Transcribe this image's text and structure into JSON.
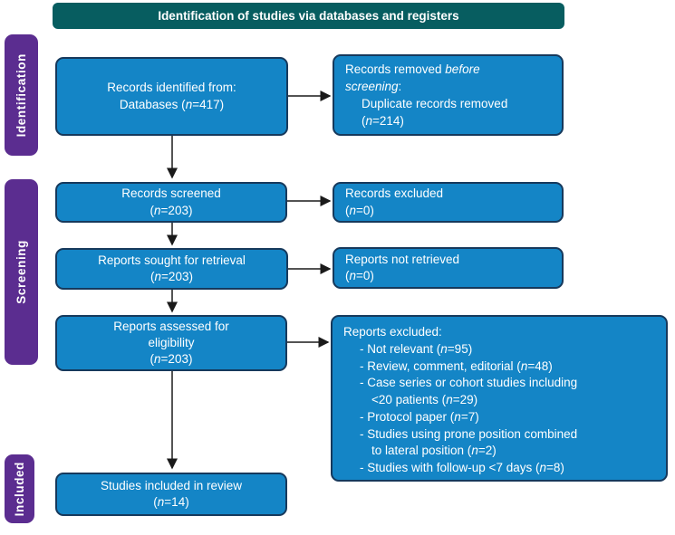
{
  "header": {
    "title": "Identification of studies via databases and registers"
  },
  "stages": [
    {
      "label": "Identification"
    },
    {
      "label": "Screening"
    },
    {
      "label": "Included"
    }
  ],
  "colors": {
    "banner_teal": "#075D60",
    "stage_purple": "#5B2D90",
    "box_blue": "#1485C6",
    "box_border": "#16395C",
    "text_white": "#FFFFFF",
    "arrow_black": "#1A1A1A"
  },
  "boxes": {
    "records_identified": {
      "lines": [
        {
          "segs": [
            {
              "t": "Records identified from:"
            }
          ]
        },
        {
          "segs": [
            {
              "t": "Databases ("
            },
            {
              "t": "n",
              "i": true
            },
            {
              "t": "=417)"
            }
          ]
        }
      ]
    },
    "records_removed": {
      "lines": [
        {
          "segs": [
            {
              "t": "Records removed "
            },
            {
              "t": "before",
              "i": true
            }
          ]
        },
        {
          "segs": [
            {
              "t": "screening",
              "i": true
            },
            {
              "t": ":"
            }
          ]
        },
        {
          "ind": 1,
          "segs": [
            {
              "t": "Duplicate records removed"
            }
          ]
        },
        {
          "ind": 1,
          "segs": [
            {
              "t": "("
            },
            {
              "t": "n",
              "i": true
            },
            {
              "t": "=214)"
            }
          ]
        }
      ]
    },
    "records_screened": {
      "lines": [
        {
          "segs": [
            {
              "t": "Records screened"
            }
          ]
        },
        {
          "segs": [
            {
              "t": "("
            },
            {
              "t": "n",
              "i": true
            },
            {
              "t": "=203)"
            }
          ]
        }
      ]
    },
    "records_excluded": {
      "lines": [
        {
          "segs": [
            {
              "t": "Records excluded"
            }
          ]
        },
        {
          "segs": [
            {
              "t": "("
            },
            {
              "t": "n",
              "i": true
            },
            {
              "t": "=0)"
            }
          ]
        }
      ]
    },
    "reports_sought": {
      "lines": [
        {
          "segs": [
            {
              "t": "Reports sought for retrieval"
            }
          ]
        },
        {
          "segs": [
            {
              "t": "("
            },
            {
              "t": "n",
              "i": true
            },
            {
              "t": "=203)"
            }
          ]
        }
      ]
    },
    "reports_not_retrieved": {
      "lines": [
        {
          "segs": [
            {
              "t": "Reports not retrieved"
            }
          ]
        },
        {
          "segs": [
            {
              "t": "("
            },
            {
              "t": "n",
              "i": true
            },
            {
              "t": "=0)"
            }
          ]
        }
      ]
    },
    "reports_assessed": {
      "lines": [
        {
          "segs": [
            {
              "t": "Reports assessed for"
            }
          ]
        },
        {
          "segs": [
            {
              "t": "eligibility"
            }
          ]
        },
        {
          "segs": [
            {
              "t": "("
            },
            {
              "t": "n",
              "i": true
            },
            {
              "t": "=203)"
            }
          ]
        }
      ]
    },
    "reports_excluded": {
      "lines": [
        {
          "segs": [
            {
              "t": "Reports excluded:"
            }
          ]
        },
        {
          "ind": 1,
          "segs": [
            {
              "t": "- Not relevant ("
            },
            {
              "t": "n",
              "i": true
            },
            {
              "t": "=95)"
            }
          ]
        },
        {
          "ind": 1,
          "segs": [
            {
              "t": "- Review, comment, editorial ("
            },
            {
              "t": "n",
              "i": true
            },
            {
              "t": "=48)"
            }
          ]
        },
        {
          "ind": 1,
          "segs": [
            {
              "t": "- Case series or cohort studies including"
            }
          ]
        },
        {
          "ind": 2,
          "segs": [
            {
              "t": "<20 patients ("
            },
            {
              "t": "n",
              "i": true
            },
            {
              "t": "=29)"
            }
          ]
        },
        {
          "ind": 1,
          "segs": [
            {
              "t": "- Protocol paper ("
            },
            {
              "t": "n",
              "i": true
            },
            {
              "t": "=7)"
            }
          ]
        },
        {
          "ind": 1,
          "segs": [
            {
              "t": "- Studies using prone position combined"
            }
          ]
        },
        {
          "ind": 2,
          "segs": [
            {
              "t": "to lateral position ("
            },
            {
              "t": "n",
              "i": true
            },
            {
              "t": "=2)"
            }
          ]
        },
        {
          "ind": 1,
          "segs": [
            {
              "t": "- Studies with follow-up <7 days ("
            },
            {
              "t": "n",
              "i": true
            },
            {
              "t": "=8)"
            }
          ]
        }
      ]
    },
    "studies_included": {
      "lines": [
        {
          "segs": [
            {
              "t": "Studies included in review"
            }
          ]
        },
        {
          "segs": [
            {
              "t": "("
            },
            {
              "t": "n",
              "i": true
            },
            {
              "t": "=14)"
            }
          ]
        }
      ]
    }
  }
}
